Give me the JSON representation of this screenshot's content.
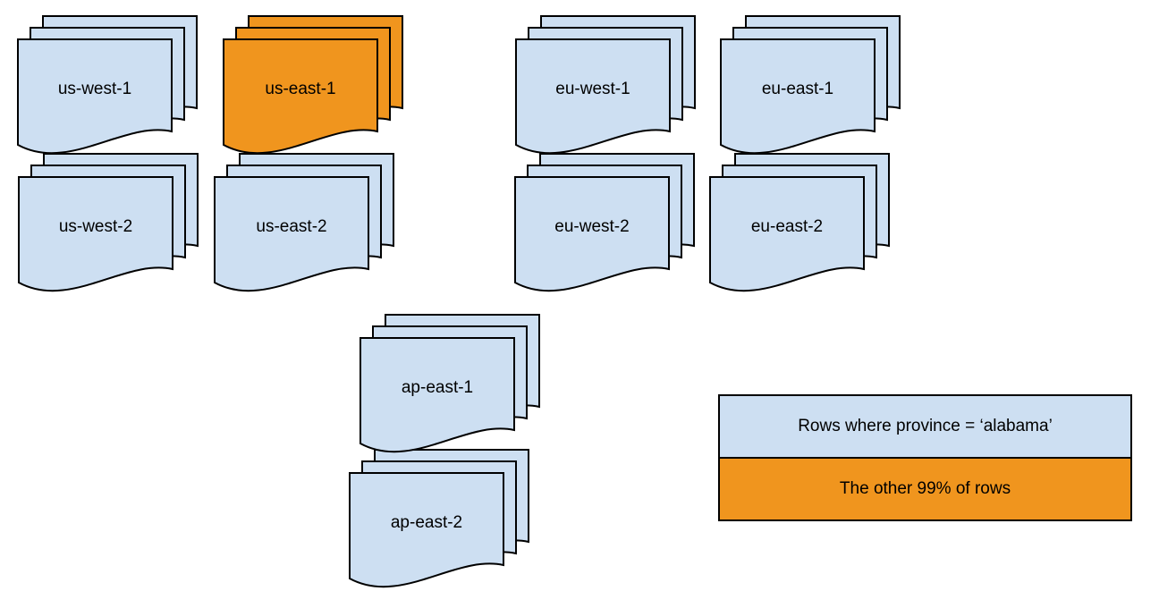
{
  "diagram": {
    "description_visible_only": "document stacks per region with highlight legend"
  },
  "colors": {
    "canvas_bg": "#ffffff",
    "region_fill": "#cddff2",
    "highlight_fill": "#f0951e",
    "stroke": "#000000",
    "label_text": "#000000"
  },
  "stacks": [
    {
      "label": "us-west-1",
      "variant": "normal"
    },
    {
      "label": "us-east-1",
      "variant": "highlight"
    },
    {
      "label": "eu-west-1",
      "variant": "normal"
    },
    {
      "label": "eu-east-1",
      "variant": "normal"
    },
    {
      "label": "us-west-2",
      "variant": "normal"
    },
    {
      "label": "us-east-2",
      "variant": "normal"
    },
    {
      "label": "eu-west-2",
      "variant": "normal"
    },
    {
      "label": "eu-east-2",
      "variant": "normal"
    },
    {
      "label": "ap-east-1",
      "variant": "normal"
    },
    {
      "label": "ap-east-2",
      "variant": "normal"
    }
  ],
  "legend": {
    "items": [
      {
        "label": "Rows where province = ‘alabama’",
        "fill": "#cddff2"
      },
      {
        "label": "The other 99% of rows",
        "fill": "#f0951e"
      }
    ]
  }
}
